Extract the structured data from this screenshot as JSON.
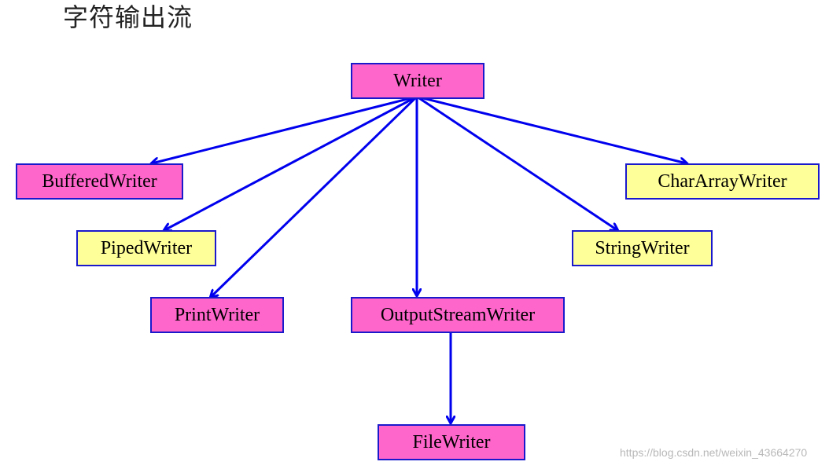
{
  "title": "字符输出流",
  "nodes": {
    "writer": "Writer",
    "buffered_writer": "BufferedWriter",
    "piped_writer": "PipedWriter",
    "print_writer": "PrintWriter",
    "output_stream_writer": "OutputStreamWriter",
    "file_writer": "FileWriter",
    "char_array_writer": "CharArrayWriter",
    "string_writer": "StringWriter"
  },
  "edges": [
    {
      "from": "writer",
      "to": "buffered_writer"
    },
    {
      "from": "writer",
      "to": "piped_writer"
    },
    {
      "from": "writer",
      "to": "print_writer"
    },
    {
      "from": "writer",
      "to": "output_stream_writer"
    },
    {
      "from": "writer",
      "to": "string_writer"
    },
    {
      "from": "writer",
      "to": "char_array_writer"
    },
    {
      "from": "output_stream_writer",
      "to": "file_writer"
    }
  ],
  "colors": {
    "magenta_fill": "#ff66cc",
    "yellow_fill": "#ffff99",
    "border": "#1a1acc",
    "arrow": "#0000ee"
  },
  "watermark": "https://blog.csdn.net/weixin_43664270"
}
